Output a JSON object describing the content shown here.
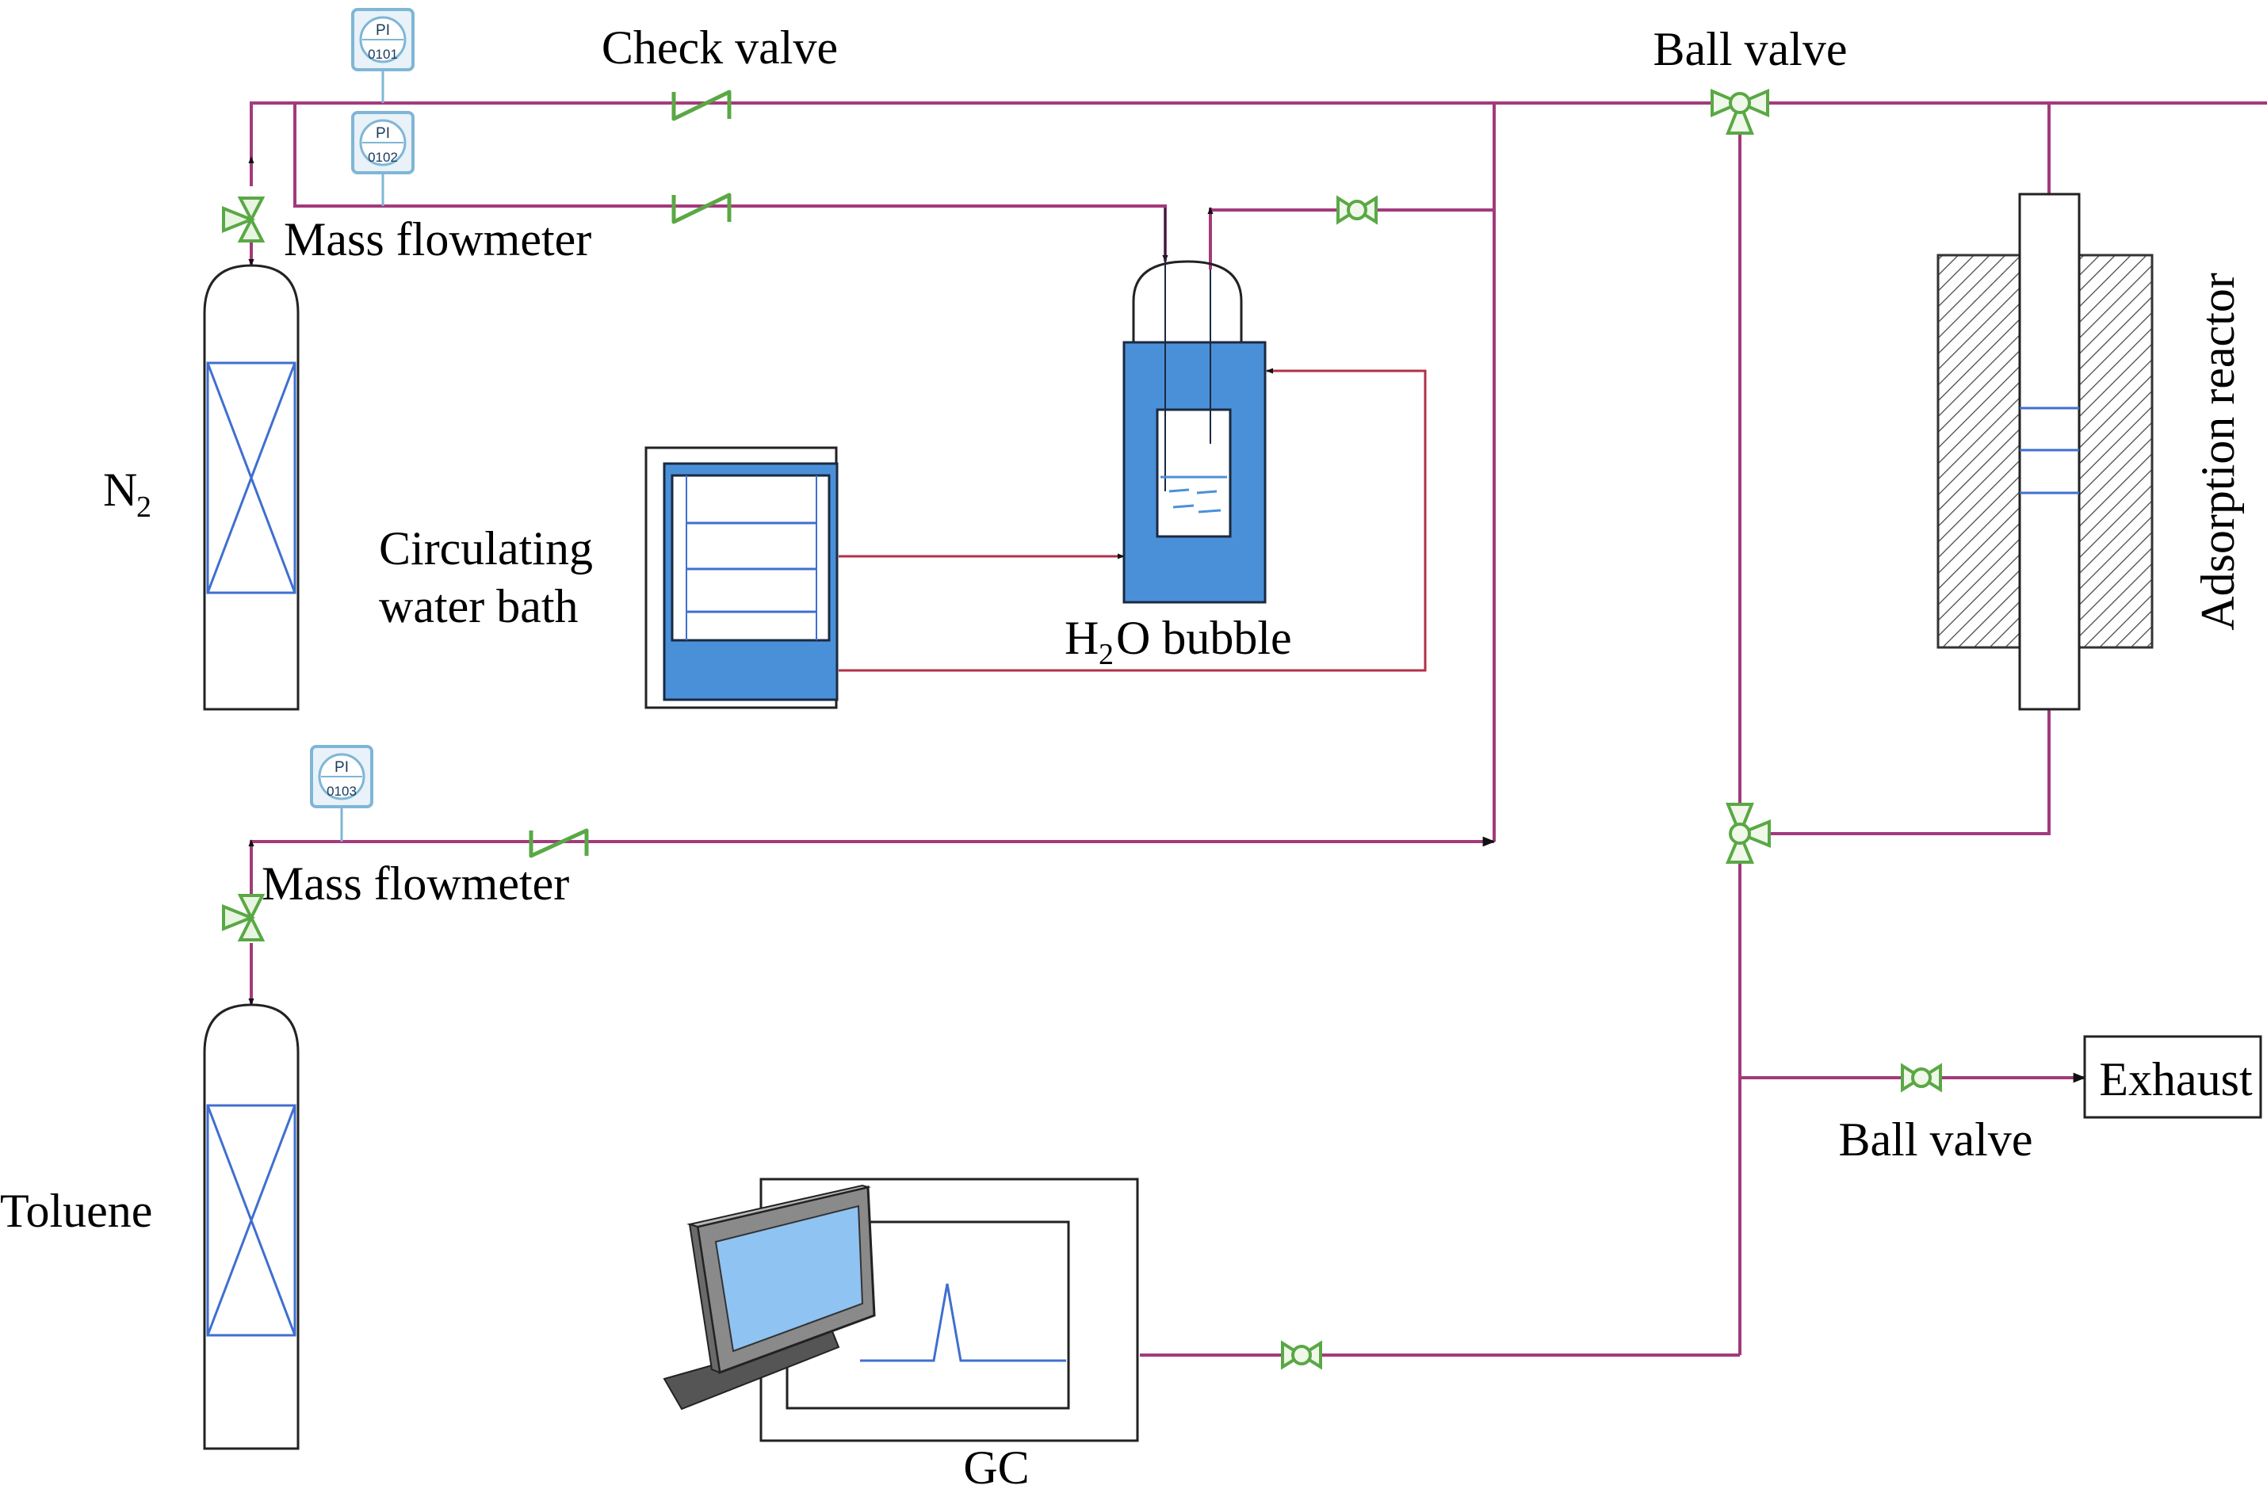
{
  "labels": {
    "check_valve": "Check valve",
    "ball_valve_top": "Ball valve",
    "mass_flowmeter_top": "Mass flowmeter",
    "mass_flowmeter_bottom": "Mass flowmeter",
    "n2": "N",
    "n2_sub": "2",
    "toluene": "Toluene",
    "circ_bath_line1": "Circulating",
    "circ_bath_line2": "water bath",
    "h2o_h": "H",
    "h2o_sub": "2",
    "h2o_rest": "O bubble",
    "adsorption_reactor": "Adsorption reactor",
    "exhaust": "Exhaust",
    "ball_valve_bottom": "Ball valve",
    "gc": "GC"
  },
  "gauges": [
    {
      "top": "PI",
      "bottom": "0101"
    },
    {
      "top": "PI",
      "bottom": "0102"
    },
    {
      "top": "PI",
      "bottom": "0103"
    }
  ],
  "colors": {
    "gas_line": "#a33a7c",
    "water_line": "#b03048",
    "valve_green": "#5aa845",
    "vessel_blue": "#4a90d9",
    "gauge_blue": "#7fb6d6"
  }
}
